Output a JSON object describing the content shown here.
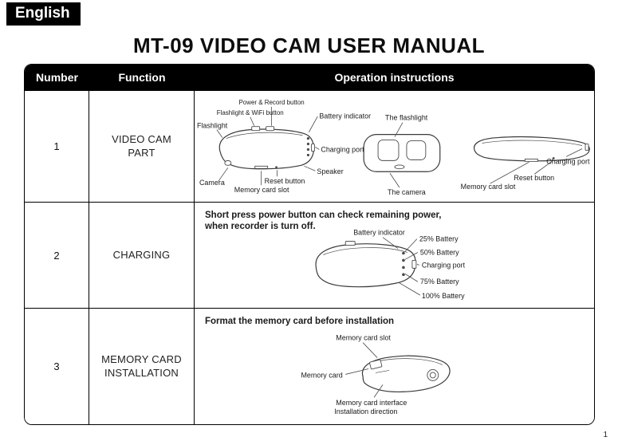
{
  "page": {
    "language_badge": "English",
    "title": "MT-09 VIDEO CAM USER MANUAL",
    "page_number": "1"
  },
  "colors": {
    "header_bg": "#000000",
    "header_text": "#ffffff"
  },
  "table": {
    "headers": {
      "number": "Number",
      "function": "Function",
      "operation": "Operation instructions"
    },
    "rows": [
      {
        "number": "1",
        "function": "VIDEO CAM PART",
        "labels": {
          "power_record_button": "Power & Record button",
          "flashlight_wifi_button": "Flashlight & WiFi button",
          "flashlight": "Flashlight",
          "battery_indicator": "Battery indicator",
          "charging_port": "Charging port",
          "speaker": "Speaker",
          "camera": "Camera",
          "memory_card_slot": "Memory card slot",
          "reset_button": "Reset button",
          "the_flashlight": "The flashlight",
          "the_camera": "The camera",
          "charging_port_right": "Charging port",
          "reset_button_right": "Reset button",
          "memory_card_slot_right": "Memory card slot"
        }
      },
      {
        "number": "2",
        "function": "CHARGING",
        "note_line1": "Short press power button can check remaining power,",
        "note_line2": "when recorder is turn off.",
        "labels": {
          "battery_indicator": "Battery indicator",
          "battery_25": "25% Battery",
          "battery_50": "50% Battery",
          "charging_port": "Charging port",
          "battery_75": "75% Battery",
          "battery_100": "100% Battery"
        }
      },
      {
        "number": "3",
        "function": "MEMORY CARD INSTALLATION",
        "note_line1": "Format the memory card before installation",
        "labels": {
          "memory_card_slot": "Memory card slot",
          "memory_card": "Memory card",
          "interface_line1": "Memory card interface",
          "interface_line2": "Installation direction"
        }
      }
    ]
  }
}
